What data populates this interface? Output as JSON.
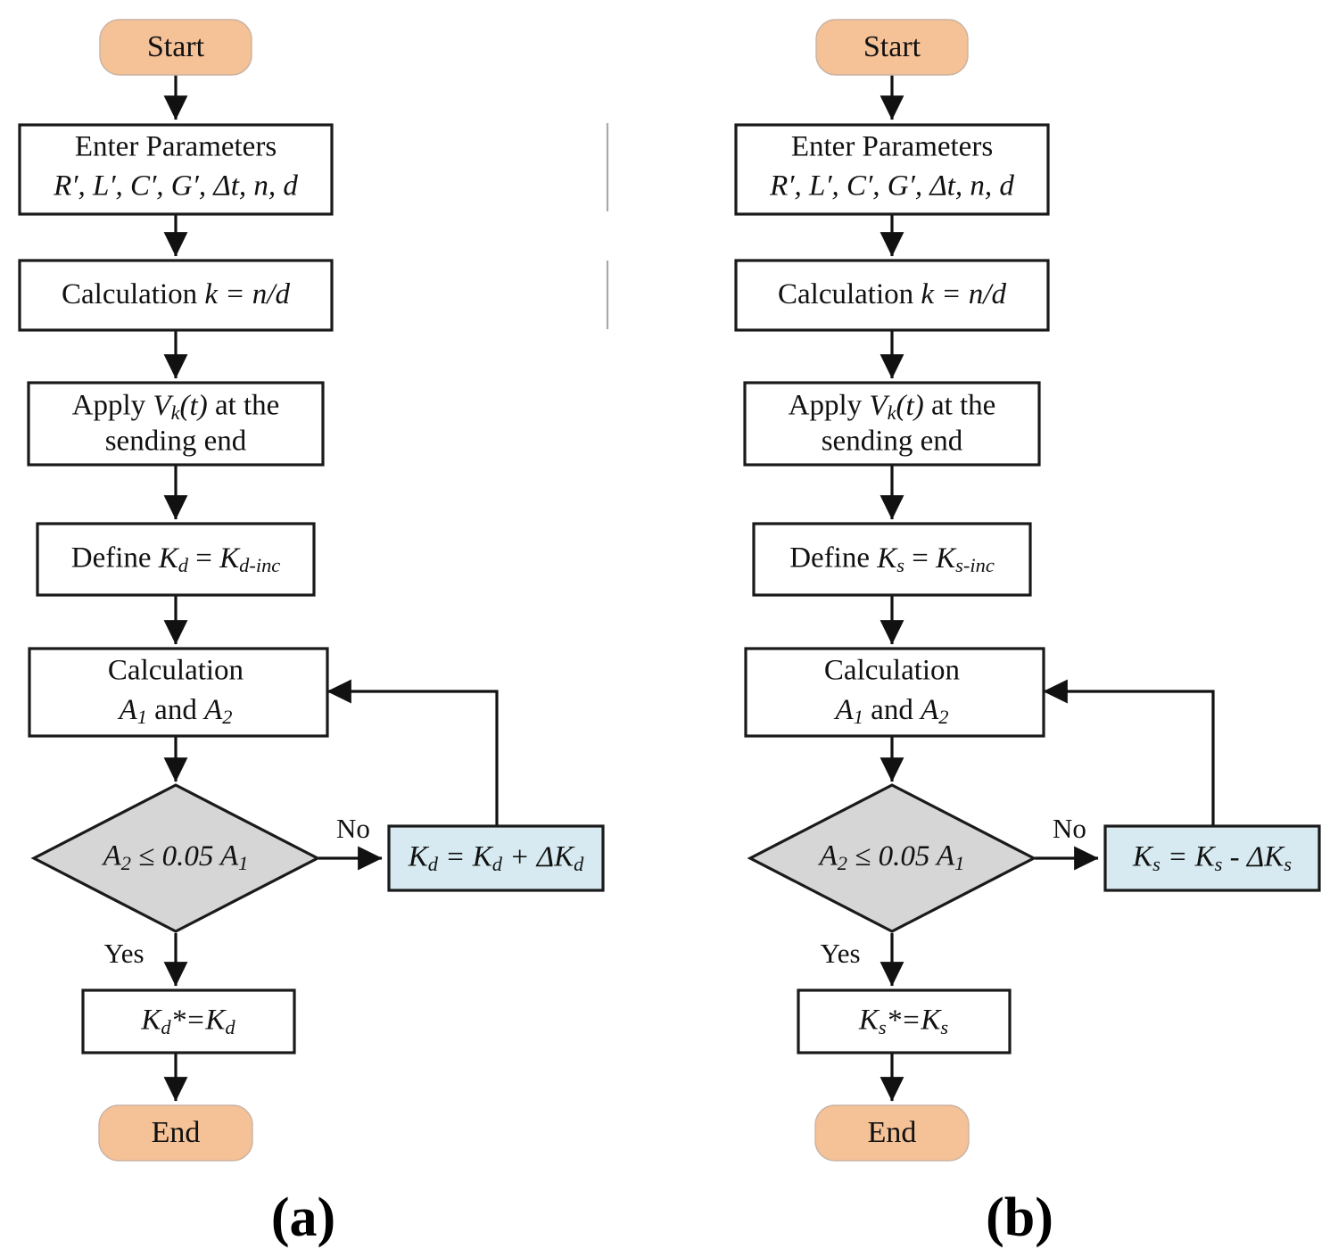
{
  "figure": {
    "type": "flowchart",
    "panels": [
      {
        "id": "a",
        "caption": "(a)",
        "nodes": {
          "start": {
            "shape": "terminator",
            "label": "Start"
          },
          "enter_params": {
            "shape": "process",
            "line1": "Enter Parameters",
            "line2_parts": [
              "R",
              "′, ",
              "L",
              "′, ",
              "C",
              "′, ",
              "G",
              "′, Δ",
              "t",
              ", ",
              "n",
              ", ",
              "d"
            ],
            "line2_plain": "R′, L′, C′, G′, Δt, n, d"
          },
          "calc_k": {
            "shape": "process",
            "prefix": "Calculation ",
            "math": "k = n/d"
          },
          "apply_v": {
            "shape": "process",
            "line1_prefix": "Apply ",
            "line1_math_base": "V",
            "line1_math_sub": "k",
            "line1_math_tail": "(t)",
            "line1_suffix": " at the",
            "line2": "sending end"
          },
          "define_k": {
            "shape": "process",
            "prefix": "Define ",
            "lhs_base": "K",
            "lhs_sub": "d",
            "eq": " = ",
            "rhs_base": "K",
            "rhs_sub": "d-inc"
          },
          "calc_a": {
            "shape": "process",
            "line1": "Calculation",
            "line2_base1": "A",
            "line2_sub1": "1",
            "line2_mid": " and ",
            "line2_base2": "A",
            "line2_sub2": "2"
          },
          "decision": {
            "shape": "decision",
            "base1": "A",
            "sub1": "2",
            "op": " ≤  0.05 ",
            "base2": "A",
            "sub2": "1",
            "plain": "A₂ ≤ 0.05 A₁"
          },
          "feedback": {
            "shape": "process-highlight",
            "base1": "K",
            "sub1": "d",
            "eq": " = ",
            "base2": "K",
            "sub2": "d",
            "op": " + Δ",
            "base3": "K",
            "sub3": "d",
            "plain": "Kᵈ = Kᵈ + ΔKᵈ"
          },
          "result": {
            "shape": "process",
            "base1": "K",
            "sub1": "d",
            "star": "*=",
            "base2": "K",
            "sub2": "d",
            "plain": "Kᵈ*=Kᵈ"
          },
          "end": {
            "shape": "terminator",
            "label": "End"
          }
        },
        "edge_labels": {
          "no": "No",
          "yes": "Yes"
        }
      },
      {
        "id": "b",
        "caption": "(b)",
        "nodes": {
          "start": {
            "shape": "terminator",
            "label": "Start"
          },
          "enter_params": {
            "shape": "process",
            "line1": "Enter Parameters",
            "line2_plain": "R′, L′, C′, G′, Δt, n, d"
          },
          "calc_k": {
            "shape": "process",
            "prefix": "Calculation ",
            "math": "k = n/d"
          },
          "apply_v": {
            "shape": "process",
            "line1_prefix": "Apply ",
            "line1_math_base": "V",
            "line1_math_sub": "k",
            "line1_math_tail": "(t)",
            "line1_suffix": " at the",
            "line2": "sending end"
          },
          "define_k": {
            "shape": "process",
            "prefix": "Define ",
            "lhs_base": "K",
            "lhs_sub": "s",
            "eq": " = ",
            "rhs_base": "K",
            "rhs_sub": "s-inc"
          },
          "calc_a": {
            "shape": "process",
            "line1": "Calculation",
            "line2_base1": "A",
            "line2_sub1": "1",
            "line2_mid": " and ",
            "line2_base2": "A",
            "line2_sub2": "2"
          },
          "decision": {
            "shape": "decision",
            "base1": "A",
            "sub1": "2",
            "op": " ≤  0.05 ",
            "base2": "A",
            "sub2": "1",
            "plain": "A₂ ≤ 0.05 A₁"
          },
          "feedback": {
            "shape": "process-highlight",
            "base1": "K",
            "sub1": "s",
            "eq": " = ",
            "base2": "K",
            "sub2": "s",
            "op": " - Δ",
            "base3": "K",
            "sub3": "s",
            "plain": "Kₛ = Kₛ - ΔKₛ"
          },
          "result": {
            "shape": "process",
            "base1": "K",
            "sub1": "s",
            "star": "*=",
            "base2": "K",
            "sub2": "s",
            "plain": "Kₛ*=Kₛ"
          },
          "end": {
            "shape": "terminator",
            "label": "End"
          }
        },
        "edge_labels": {
          "no": "No",
          "yes": "Yes"
        }
      }
    ],
    "colors": {
      "terminator_fill": "#f5c197",
      "decision_fill": "#d6d6d6",
      "feedback_fill": "#d7eaf1",
      "process_fill": "#ffffff",
      "stroke": "#1a1a1a",
      "divider": "#aaaaaa",
      "text": "#111111"
    }
  }
}
